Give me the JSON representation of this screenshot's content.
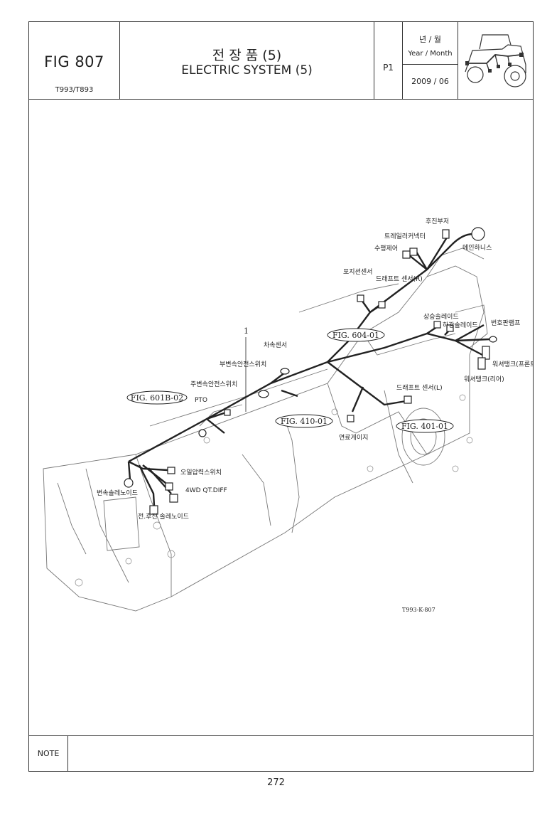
{
  "header": {
    "fig_number": "FIG 807",
    "model": "T993/T893",
    "title_ko": "전 장 품 (5)",
    "title_en": "ELECTRIC SYSTEM (5)",
    "page_code": "P1",
    "date_ko": "년 / 월",
    "date_en": "Year / Month",
    "date_value": "2009 / 06"
  },
  "diagram": {
    "ref_number": "1",
    "fig_refs": [
      "FIG. 604-01",
      "FIG. 601B-02",
      "FIG. 410-01",
      "FIG. 401-01"
    ],
    "drawing_code": "T993-K-807",
    "labels": {
      "hujin_buzzer": "후진부저",
      "trailer_connector": "트레일러커넥터",
      "level_control": "수평제어",
      "main_harness": "메인하니스",
      "position_sensor": "포지션센서",
      "draft_sensor_r": "드래프트 센서(R)",
      "up_solenoid": "상승솔레이드",
      "down_solenoid": "하강솔레이드",
      "number_lamp": "번호판램프",
      "speed_sensor": "차속센서",
      "sub_shift_switch": "부변속안전스위치",
      "washer_tank_front": "워셔탱크(프론트)",
      "washer_tank_rear": "워셔탱크(리어)",
      "main_shift_switch": "주변속안전스위치",
      "draft_sensor_l": "드래프트 센서(L)",
      "pto": "PTO",
      "fuel_gauge": "연료게이지",
      "oil_pressure_switch": "오일압력스위치",
      "fourwd_qt_diff": "4WD QT.DIFF",
      "shift_solenoid": "변속솔레노이드",
      "fwd_rev_solenoid": "전.후진 솔레노이드"
    }
  },
  "footer": {
    "note_label": "NOTE",
    "page_number": "272"
  }
}
